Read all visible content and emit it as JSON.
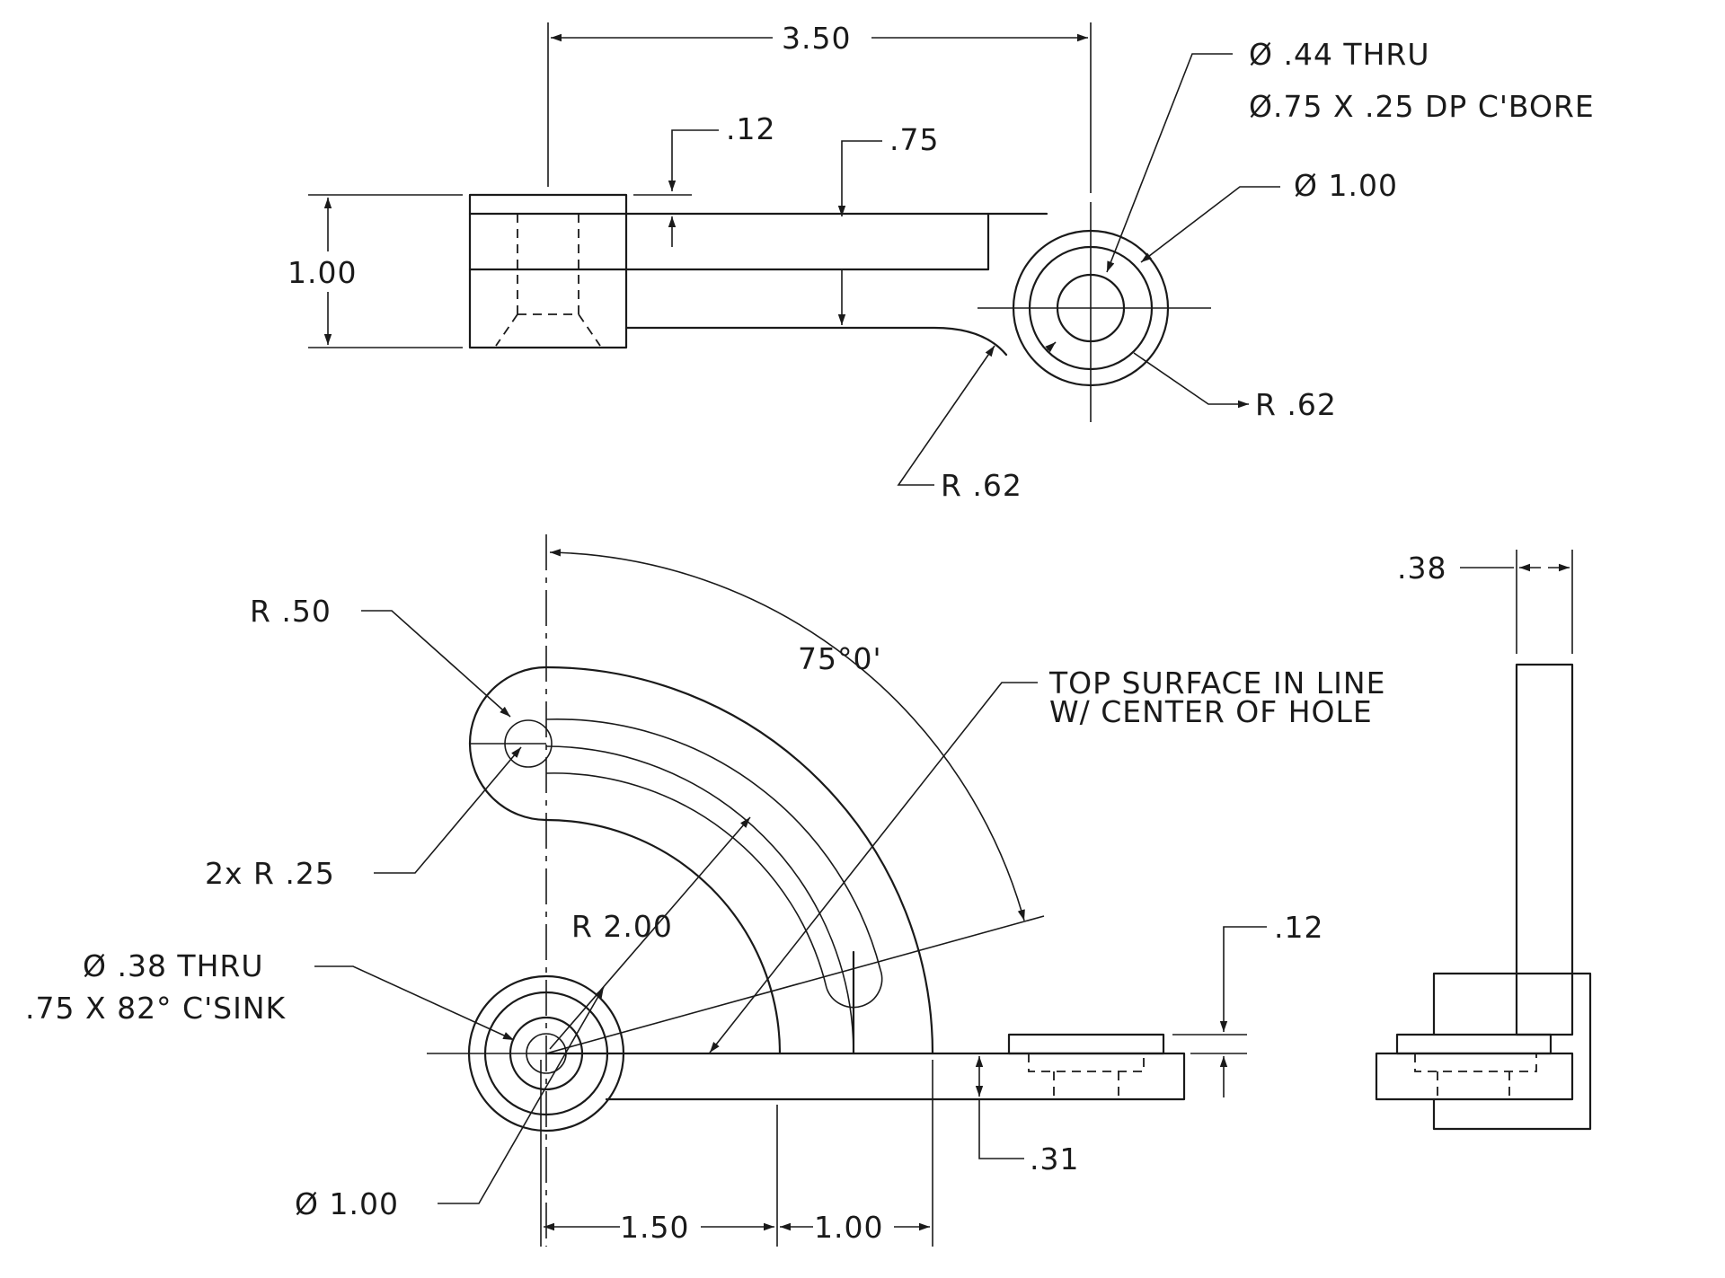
{
  "top_view": {
    "dim_width": "3.50",
    "dim_top_offset": ".12",
    "dim_arm_height": ".75",
    "dim_block_height": "1.00",
    "hole_thru": "Ø .44 THRU",
    "hole_cbore": "Ø.75 X .25 DP C'BORE",
    "boss_dia": "Ø 1.00",
    "boss_radius": "R .62",
    "fillet_radius": "R .62"
  },
  "front_view": {
    "angle": "75°0'",
    "end_radius": "R .50",
    "slot_radii": "2x R .25",
    "arc_radius": "R 2.00",
    "note_line1": "TOP SURFACE IN LINE",
    "note_line2": "W/ CENTER OF HOLE",
    "hole_thru": "Ø .38 THRU",
    "hole_csink": ".75 X 82° C'SINK",
    "boss_dia": "Ø 1.00",
    "dim_1_50": "1.50",
    "dim_1_00": "1.00",
    "dim_thickness": ".31",
    "dim_step": ".12"
  },
  "side_view": {
    "dim_width": ".38"
  }
}
